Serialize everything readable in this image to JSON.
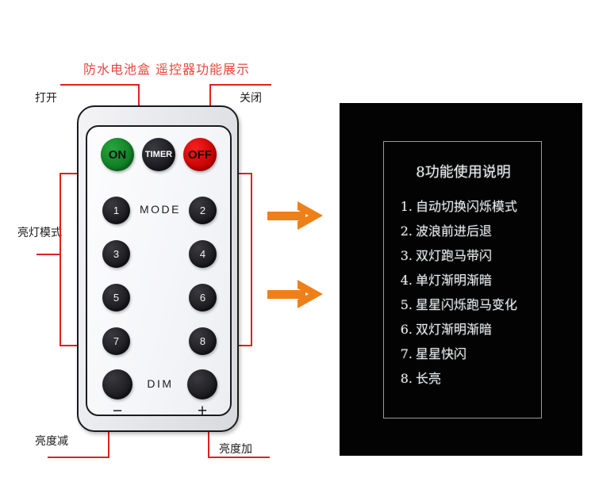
{
  "title": "防水电池盒 遥控器功能展示",
  "colors": {
    "annotation_red": "#e02020",
    "title_red": "#e8453c",
    "arrow_orange": "#ee8019",
    "on_green": "#11801f",
    "off_red": "#ee0000",
    "timer_black": "#1b1b20",
    "panel_black": "#030303"
  },
  "annotations": {
    "open": "打开",
    "close": "关闭",
    "mode": "亮灯模式",
    "dim_down": "亮度减",
    "dim_up": "亮度加"
  },
  "remote": {
    "power_buttons": [
      {
        "label": "ON",
        "name": "on-button"
      },
      {
        "label": "TIMER",
        "name": "timer-button"
      },
      {
        "label": "OFF",
        "name": "off-button"
      }
    ],
    "mode_label": "MODE",
    "mode_buttons": [
      "1",
      "2",
      "3",
      "4",
      "5",
      "6",
      "7",
      "8"
    ],
    "dim_label": "DIM",
    "dim_minus": "−",
    "dim_plus": "+"
  },
  "panel": {
    "title": "8功能使用说明",
    "items": [
      {
        "num": "1.",
        "text": "自动切换闪烁模式"
      },
      {
        "num": "2.",
        "text": "波浪前进后退"
      },
      {
        "num": "3.",
        "text": "双灯跑马带闪"
      },
      {
        "num": "4.",
        "text": "单灯渐明渐暗"
      },
      {
        "num": "5.",
        "text": "星星闪烁跑马变化"
      },
      {
        "num": "6.",
        "text": "双灯渐明渐暗"
      },
      {
        "num": "7.",
        "text": "星星快闪"
      },
      {
        "num": "8.",
        "text": "长亮"
      }
    ]
  }
}
